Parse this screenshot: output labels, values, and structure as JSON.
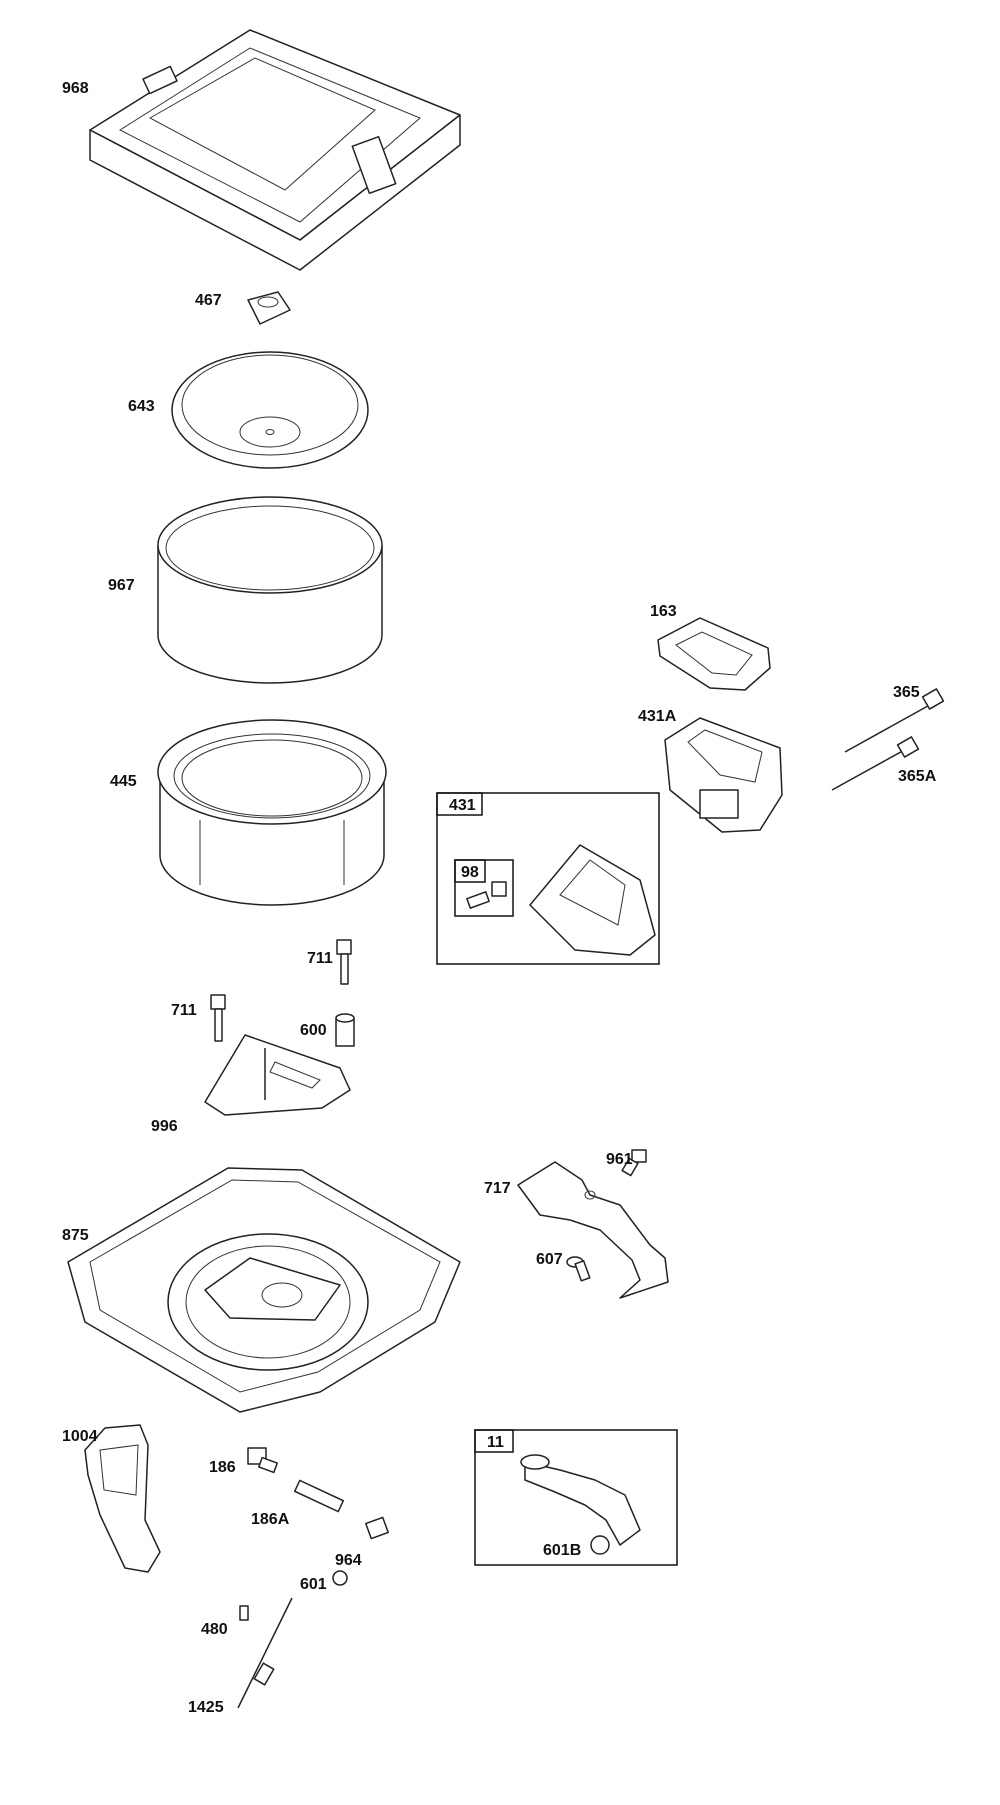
{
  "labels": {
    "p968": "968",
    "p467": "467",
    "p643": "643",
    "p967": "967",
    "p445": "445",
    "p163": "163",
    "p431A": "431A",
    "p365": "365",
    "p365A": "365A",
    "p431": "431",
    "p98": "98",
    "p711a": "711",
    "p711b": "711",
    "p600": "600",
    "p996": "996",
    "p961": "961",
    "p717": "717",
    "p607": "607",
    "p875": "875",
    "p1004": "1004",
    "p186": "186",
    "p186A": "186A",
    "p964": "964",
    "p601": "601",
    "p480": "480",
    "p1425": "1425",
    "p11": "11",
    "p601B": "601B"
  }
}
